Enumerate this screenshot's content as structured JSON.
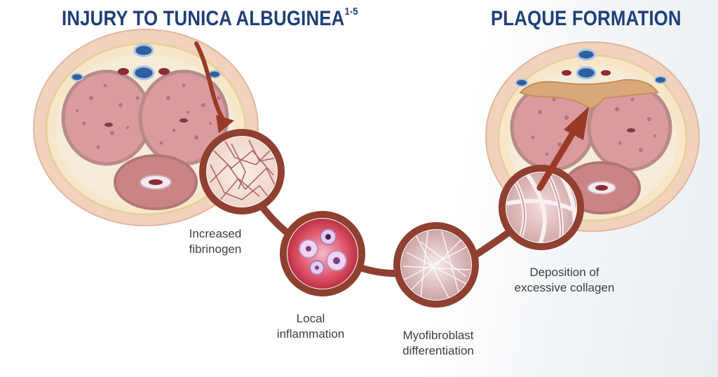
{
  "headings": {
    "injury": "INJURY TO TUNICA ALBUGINEA",
    "injury_ref": "1-5",
    "plaque": "PLAQUE FORMATION"
  },
  "stages": [
    {
      "line1": "Increased",
      "line2": "fibrinogen"
    },
    {
      "line1": "Local",
      "line2": "inflammation"
    },
    {
      "line1": "Myofibroblast",
      "line2": "differentiation"
    },
    {
      "line1": "Deposition of",
      "line2": "excessive collagen"
    }
  ],
  "colors": {
    "heading": "#1f3f78",
    "arrow": "#9a3a26",
    "path": "#8f4030",
    "tissue": "#d99aa0",
    "skin": "#f1d2bd",
    "plaque": "#d9a878"
  }
}
